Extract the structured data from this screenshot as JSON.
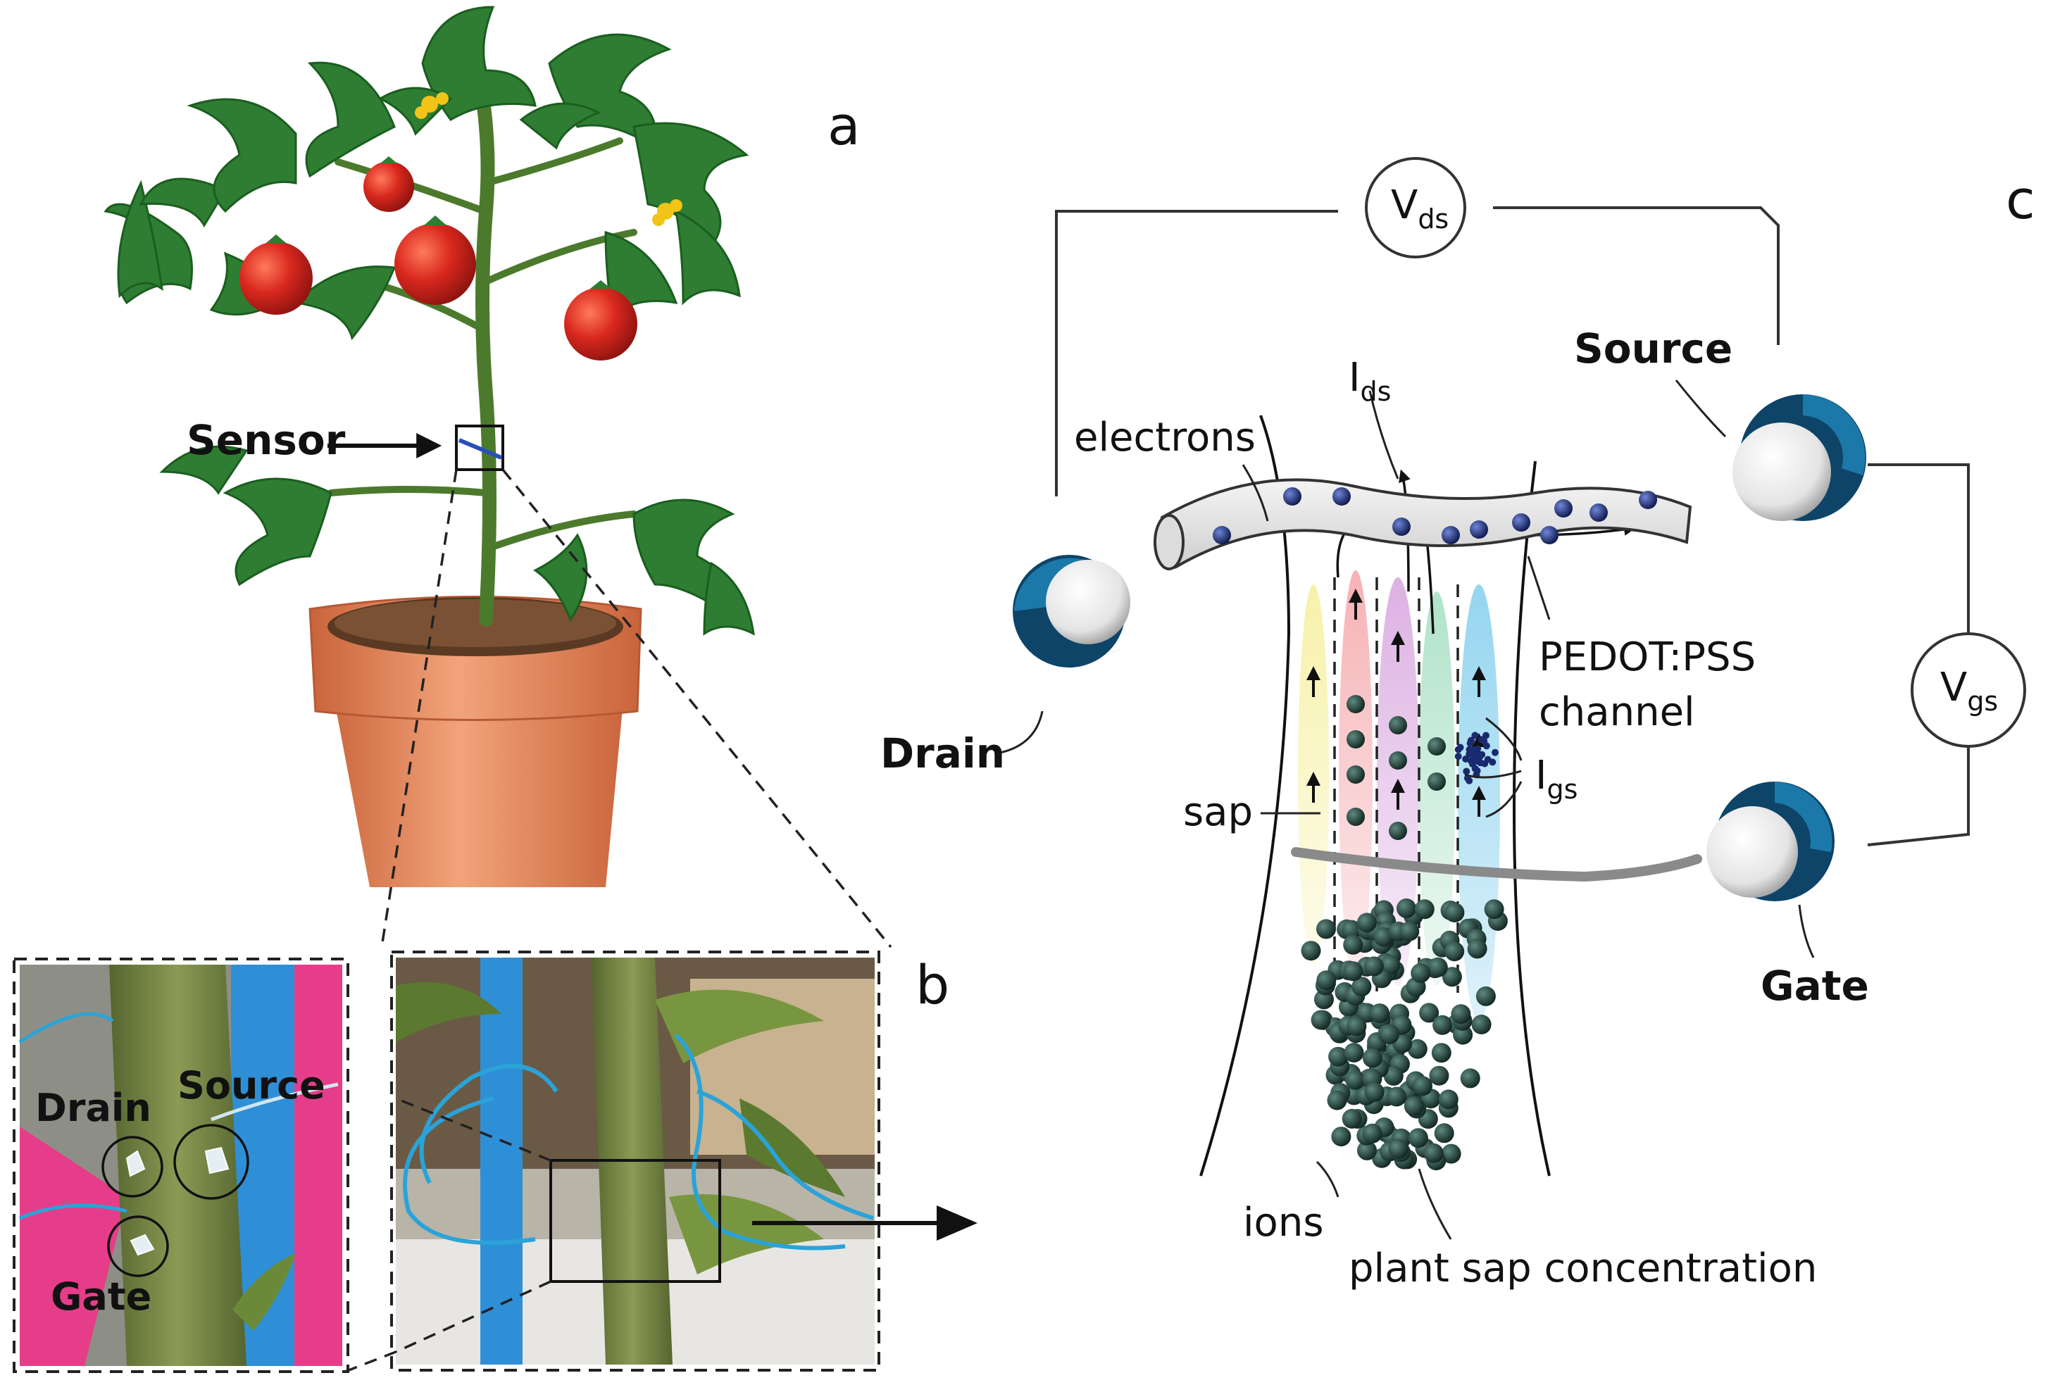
{
  "panels": {
    "a": "a",
    "b": "b",
    "c": "c"
  },
  "plant": {
    "sensor_label": "Sensor"
  },
  "photo_b": {
    "drain": "Drain",
    "source": "Source",
    "gate": "Gate"
  },
  "circuit": {
    "vds_main": "V",
    "vds_sub": "ds",
    "vgs_main": "V",
    "vgs_sub": "gs",
    "ids_main": "I",
    "ids_sub": "ds",
    "igs_main": "I",
    "igs_sub": "gs",
    "source": "Source",
    "drain": "Drain",
    "gate": "Gate",
    "electrons": "electrons",
    "channel_line1": "PEDOT:PSS",
    "channel_line2": "channel",
    "sap": "sap",
    "ions": "ions",
    "concentration": "plant sap concentration"
  },
  "colors": {
    "leaf": "#2e7d32",
    "stem": "#4c7a2c",
    "tomato": "#d9281e",
    "pot": "#e48a5f",
    "electrode": "#1c78a8",
    "ion": "#1f3b35",
    "electron": "#1a2a6e",
    "cable": "#2aa3d8",
    "magenta": "#e63d8a"
  }
}
